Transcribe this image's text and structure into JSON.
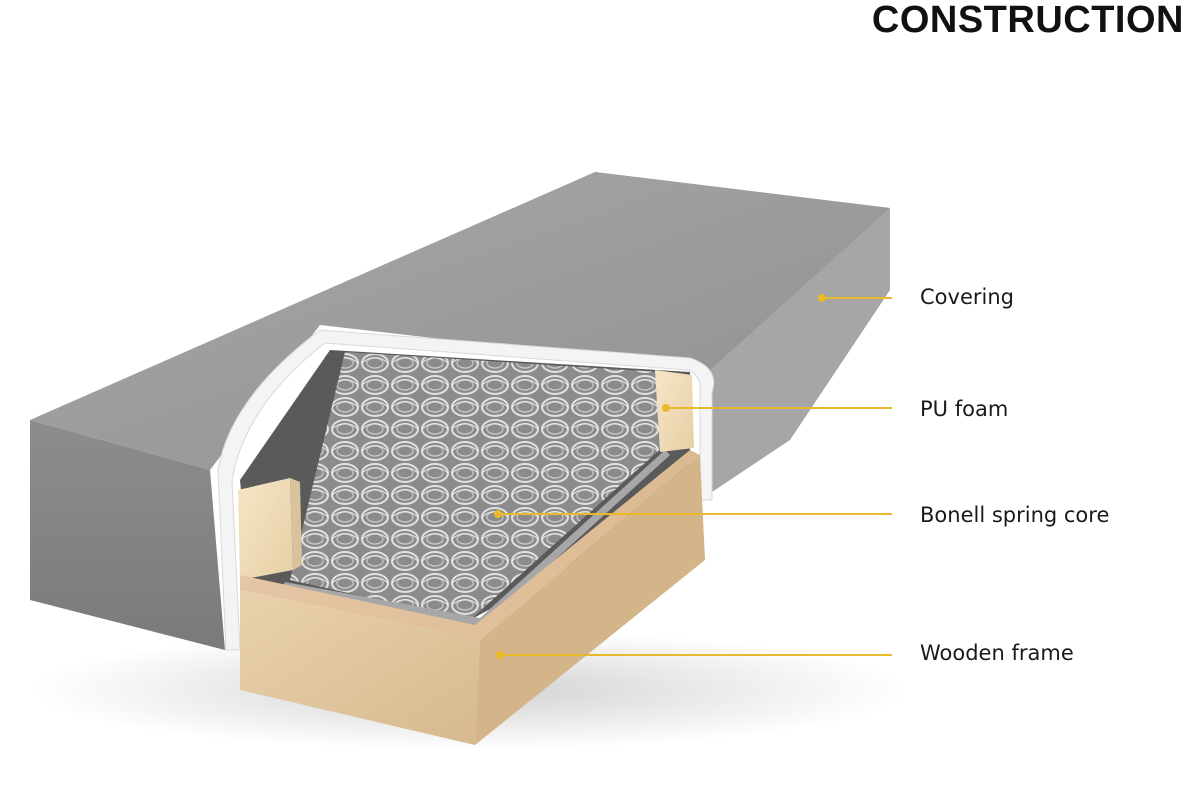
{
  "title": "CONSTRUCTION",
  "accent_color": "#e8b92a",
  "callouts": [
    {
      "id": "covering",
      "label": "Covering"
    },
    {
      "id": "pu-foam",
      "label": "PU foam"
    },
    {
      "id": "bonell-spring-core",
      "label": "Bonell spring core"
    },
    {
      "id": "wooden-frame",
      "label": "Wooden frame"
    }
  ]
}
